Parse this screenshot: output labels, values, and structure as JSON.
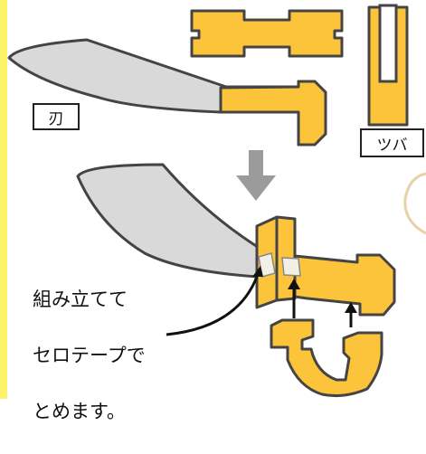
{
  "labels": {
    "blade": "刃",
    "guard": "ツバ"
  },
  "instruction": {
    "line1": "組み立てて",
    "line2": "セロテープで",
    "line3": "とめます。"
  },
  "colors": {
    "yellow": "#fbc43a",
    "blade_gray": "#d9d9d9",
    "outline": "#444444",
    "arrow_gray": "#9b9b9b",
    "edge_yellow": "#fdf36a",
    "tape": "#f2efe6"
  }
}
